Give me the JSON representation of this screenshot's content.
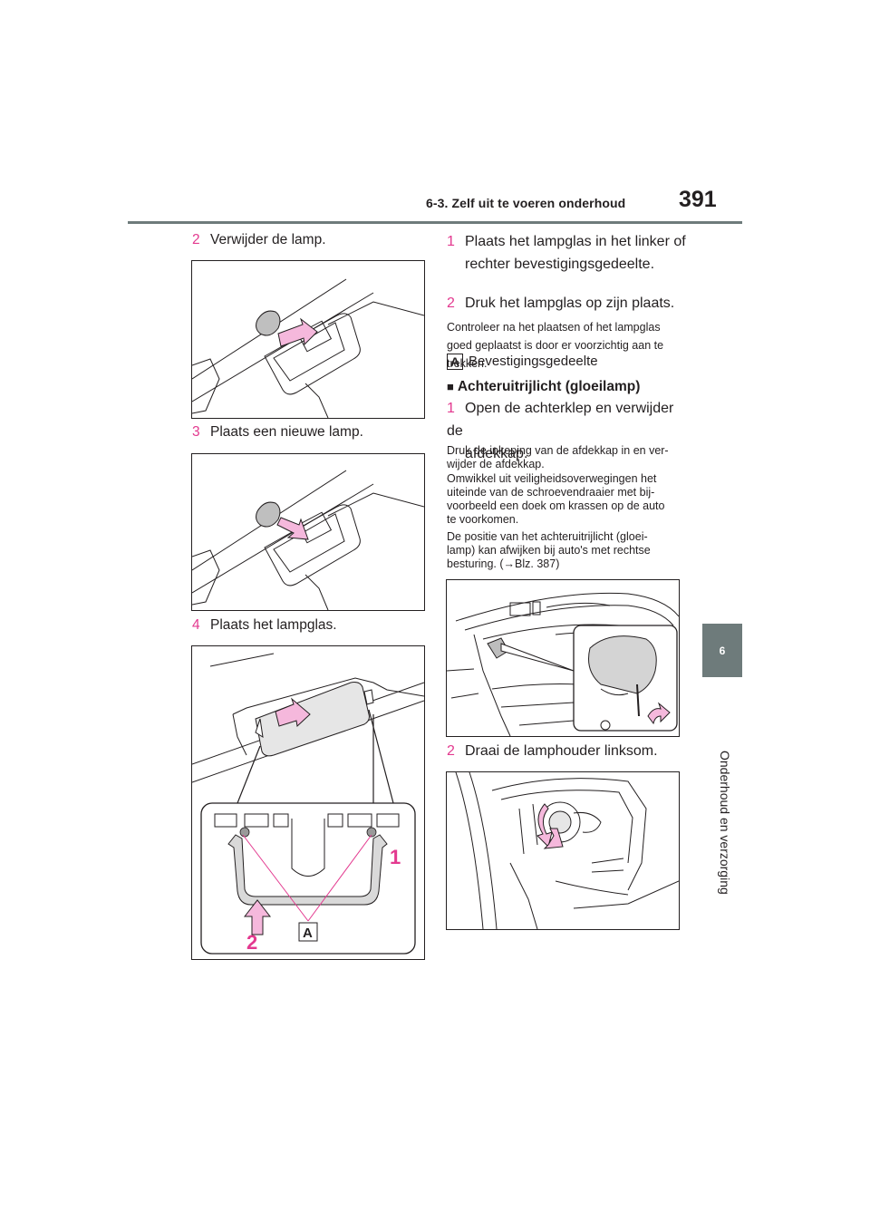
{
  "header": {
    "section": "6-3. Zelf uit te voeren onderhoud",
    "page_number": "391"
  },
  "side_tab": {
    "chapter_number": "6",
    "chapter_title": "Onderhoud en verzorging"
  },
  "left_column": {
    "step2": {
      "num": "2",
      "text": "Verwijder de lamp."
    },
    "step3": {
      "num": "3",
      "text": "Plaats een nieuwe lamp."
    },
    "step4": {
      "num": "4",
      "text": "Plaats het lampglas."
    },
    "fig3_labels": {
      "one": "1",
      "two": "2",
      "a": "A"
    }
  },
  "right_column": {
    "stepA1": {
      "num": "1",
      "line1": "Plaats het lampglas in het linker of",
      "line2": "rechter bevestigingsgedeelte."
    },
    "stepA2": {
      "num": "2",
      "text": "Druk het lampglas op zijn plaats."
    },
    "note1": {
      "line1": "Controleer na het plaatsen of het lampglas",
      "line2": "goed geplaatst is door er voorzichtig aan te",
      "line3": "trekken."
    },
    "legend": {
      "box": "A",
      "text": "Bevestigingsgedeelte"
    },
    "section_heading": {
      "bullet": "■",
      "text": "Achteruitrijlicht (gloeilamp)"
    },
    "stepB1": {
      "num": "1",
      "line1": "Open de achterklep en verwijder de",
      "line2": "afdekkap."
    },
    "note2": {
      "line1": "Druk de inkeping van de afdekkap in en ver-",
      "line2": "wijder de afdekkap."
    },
    "note3": {
      "line1": "Omwikkel uit veiligheidsoverwegingen het",
      "line2": "uiteinde van de schroevendraaier met bij-",
      "line3": "voorbeeld een doek om krassen op de auto",
      "line4": "te voorkomen."
    },
    "note4": {
      "line1": "De positie van het achteruitrijlicht (gloei-",
      "line2": "lamp) kan afwijken bij auto's met rechtse",
      "line3": "besturing. (→Blz. 387)"
    },
    "stepB2": {
      "num": "2",
      "text": "Draai de lamphouder linksom."
    }
  },
  "colors": {
    "accent": "#e3398f",
    "arrow_fill": "#f5b8dc",
    "tab_gray": "#6e7b7b"
  }
}
